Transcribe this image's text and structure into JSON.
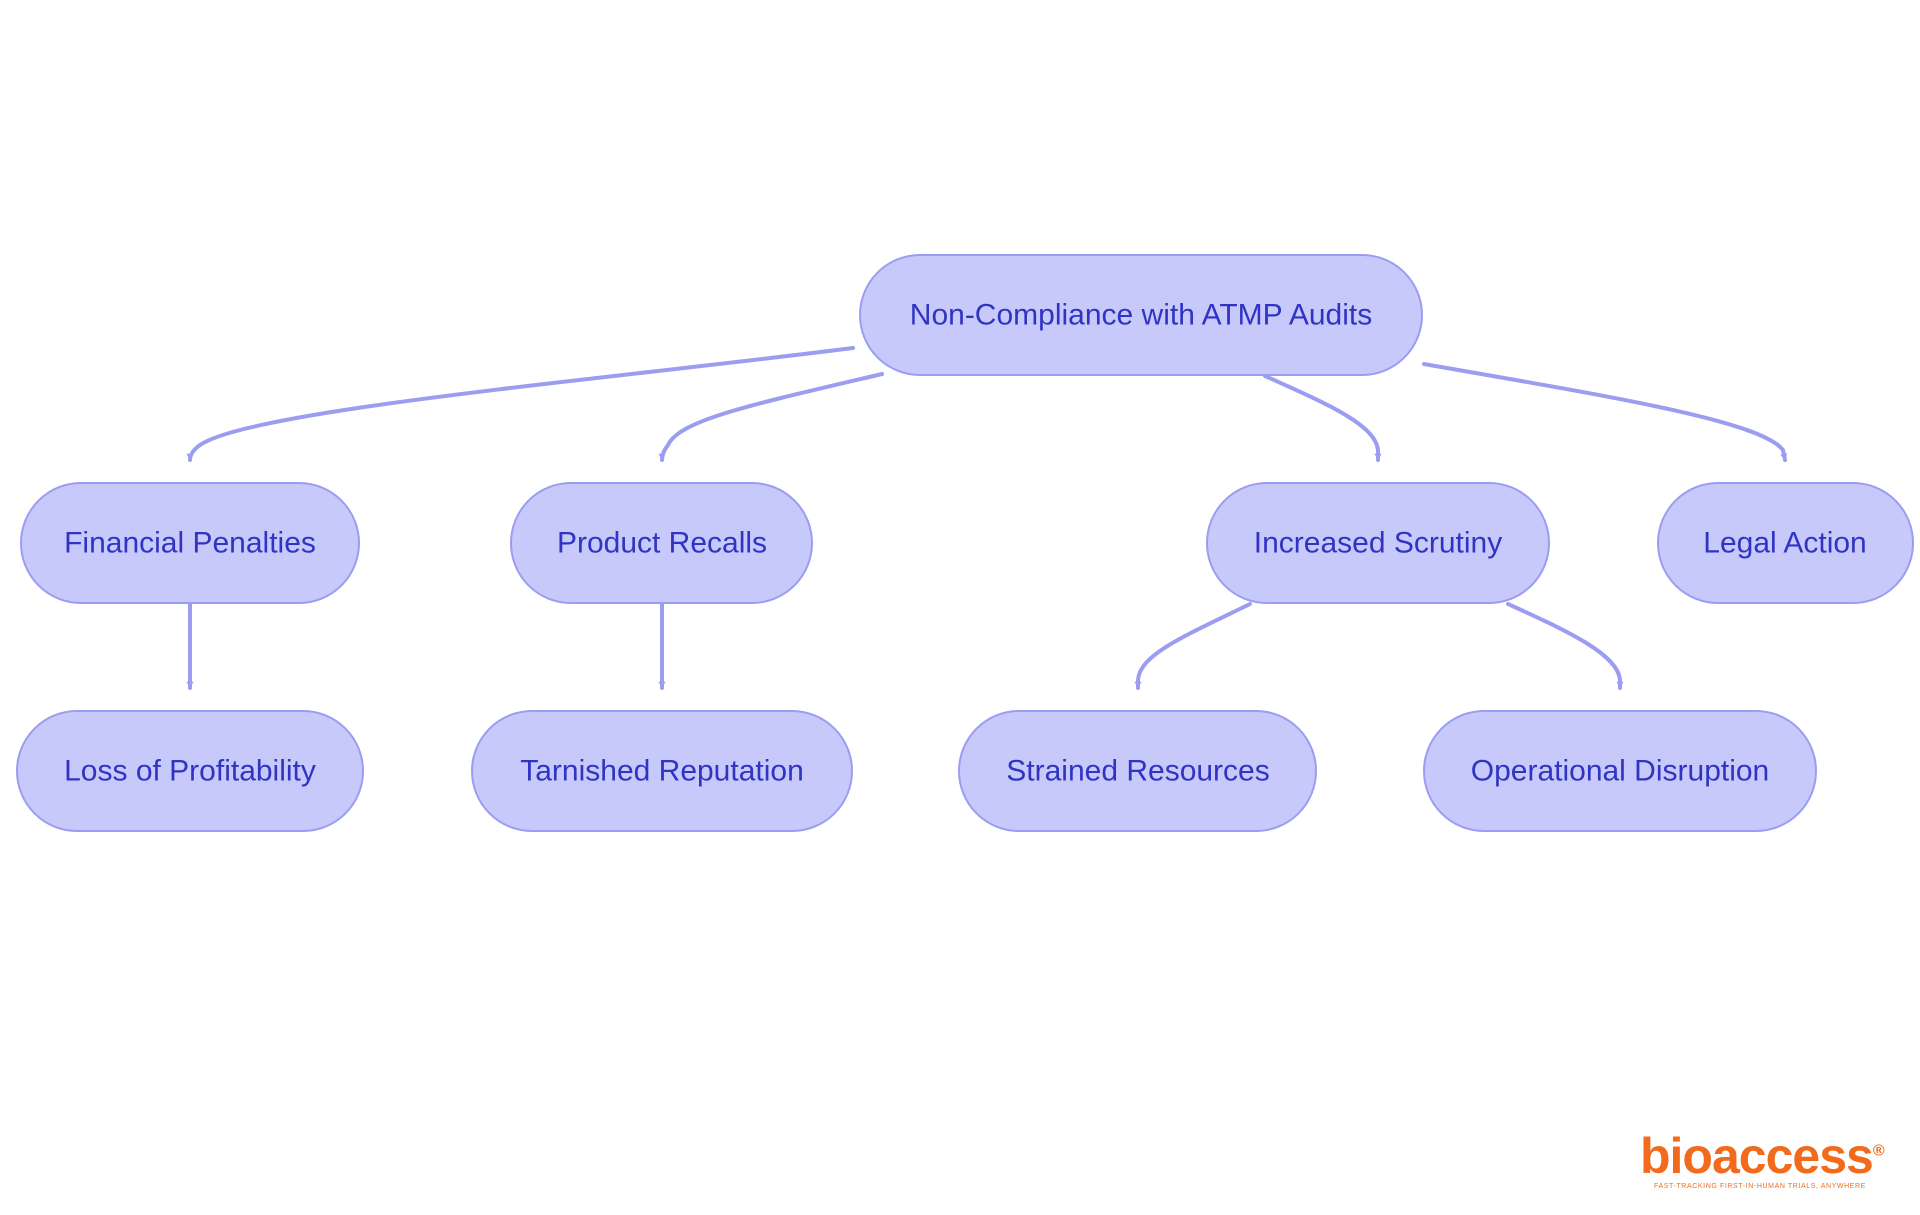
{
  "colors": {
    "node_fill": "#c8c9fb",
    "node_stroke": "#9a9df0",
    "node_text": "#2f34c2",
    "edge": "#9a9df0",
    "logo": "#f26b1d"
  },
  "nodes": [
    {
      "id": "root",
      "label": "Non-Compliance with ATMP Audits"
    },
    {
      "id": "financial",
      "label": "Financial Penalties"
    },
    {
      "id": "recalls",
      "label": "Product Recalls"
    },
    {
      "id": "scrutiny",
      "label": "Increased Scrutiny"
    },
    {
      "id": "legal",
      "label": "Legal Action"
    },
    {
      "id": "profit",
      "label": "Loss of Profitability"
    },
    {
      "id": "reputation",
      "label": "Tarnished Reputation"
    },
    {
      "id": "resources",
      "label": "Strained Resources"
    },
    {
      "id": "disruption",
      "label": "Operational Disruption"
    }
  ],
  "edges": [
    {
      "from": "root",
      "to": "financial"
    },
    {
      "from": "root",
      "to": "recalls"
    },
    {
      "from": "root",
      "to": "scrutiny"
    },
    {
      "from": "root",
      "to": "legal"
    },
    {
      "from": "financial",
      "to": "profit"
    },
    {
      "from": "recalls",
      "to": "reputation"
    },
    {
      "from": "scrutiny",
      "to": "resources"
    },
    {
      "from": "scrutiny",
      "to": "disruption"
    }
  ],
  "logo": {
    "name": "bioaccess",
    "registered": "®",
    "tagline": "FAST-TRACKING FIRST-IN-HUMAN TRIALS, ANYWHERE"
  }
}
